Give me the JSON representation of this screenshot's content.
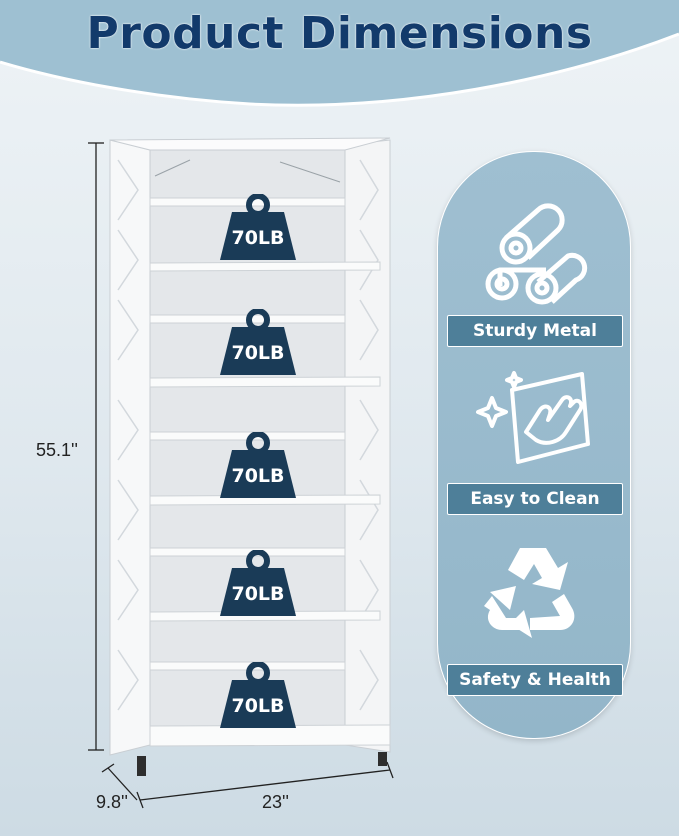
{
  "header": {
    "title": "Product Dimensions"
  },
  "dimensions": {
    "height": "55.1''",
    "width": "23''",
    "depth": "9.8''"
  },
  "shelves": [
    {
      "load": "70LB"
    },
    {
      "load": "70LB"
    },
    {
      "load": "70LB"
    },
    {
      "load": "70LB"
    },
    {
      "load": "70LB"
    }
  ],
  "features": [
    {
      "label": "Sturdy Metal",
      "icon": "metal-rolls-icon"
    },
    {
      "label": "Easy to Clean",
      "icon": "wipe-cloth-icon"
    },
    {
      "label": "Safety & Health",
      "icon": "recycle-icon"
    }
  ],
  "colors": {
    "title": "#123a6b",
    "banner": "#9ec0d2",
    "panel": "#9fbfd1",
    "label_bg": "#4e7f99",
    "weight": "#1a3b57"
  }
}
